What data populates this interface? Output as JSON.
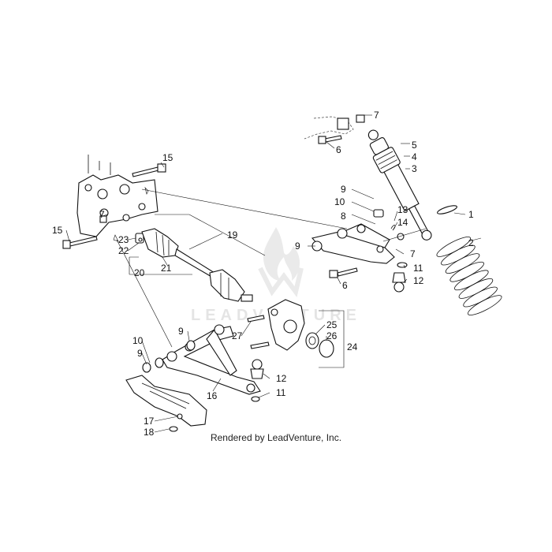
{
  "diagram": {
    "callouts": [
      "1",
      "2",
      "3",
      "4",
      "5",
      "6",
      "7",
      "8",
      "9",
      "10",
      "11",
      "12",
      "13",
      "14",
      "15",
      "16",
      "17",
      "18",
      "19",
      "20",
      "21",
      "22",
      "23",
      "24",
      "25",
      "26",
      "27"
    ],
    "watermark": "LEADVENTURE",
    "credit": "Rendered by LeadVenture, Inc."
  },
  "icons": {
    "watermark_logo": "flame-logo-icon"
  }
}
